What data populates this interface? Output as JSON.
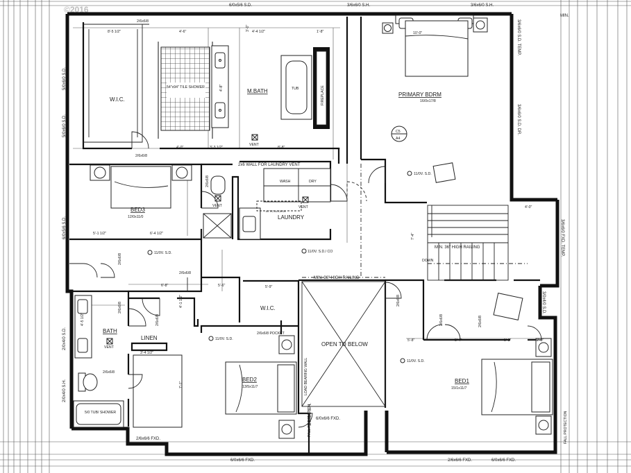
{
  "watermark": "©2016",
  "rooms": {
    "wic_master": "W.I.C.",
    "shower": "54\"x94\" TILE SHOWER",
    "mbath": "M.BATH",
    "tub": "TUB",
    "fireplace": "FIREPLACE",
    "primary_bdrm": "PRIMARY BDRM",
    "primary_size": "16/0x17/8",
    "section_tag_top": "C5",
    "section_tag_bottom": "A4",
    "wash": "WASH",
    "dry": "DRY",
    "laundry": "LAUNDRY",
    "attic_access": "ATTIC ACCESS",
    "bed3": "BED3",
    "bed3_size": "12/0x11/0",
    "bath": "BATH",
    "linen": "LINEN",
    "wic_bed2": "W.I.C.",
    "bed2": "BED2",
    "bed2_size": "13/5x11/7",
    "open_to_below": "OPEN TO BELOW",
    "load_bearing_wall": "LOAD BEARING WALL",
    "bed1": "BED1",
    "bed1_size": "15/1x11/7",
    "tub_shower": "5/0 TUB/ SHOWER",
    "down": "DOWN"
  },
  "notes": {
    "laundry_wall": "2x6 WALL FOR LAUNDRY VENT",
    "min_rail_stair": "MIN. 36\" HIGH RAILING",
    "min_rail_open": "MIN. 36\" HIGH RAILING",
    "min_top_right": "MIN.",
    "sd_co": "11/0V. S.D./ CO",
    "sd": "11/0V. S.D.",
    "vent": "VENT",
    "fall_protection": "FALL PROTECTION",
    "temp": "TEMP."
  },
  "windows": {
    "top_1": "6/0x5/6 S.D.",
    "top_2": "3/6x6/0 S.H.",
    "top_3": "3/6x6/0 S.H.",
    "left_1": "5/0x6/0 S.D.",
    "left_2": "5/0x6/0 S.D.",
    "left_3": "6/0x5/6 S.D.",
    "left_4": "2/0x4/0 S.D.",
    "left_5": "2/0x4/0 S.H.",
    "right_1": "3/6x6/0 S.D. TEMP.",
    "right_2": "3/6x6/0 S.D. DR.",
    "right_3": "3/6x6/0 FXD. TEMP.",
    "right_4": "3/0x4/0 S.D.",
    "bottom_1": "2/6x6/6 FXD.",
    "bottom_2": "6/0x6/6 FXD.",
    "bottom_3": "6/0x6/6 FXD.",
    "bottom_4": "2/6x6/6 FXD.",
    "bottom_5": "6/0x6/6 FXD.",
    "open_1": "6/0x6/6 FXD.",
    "open_2": "3/0x6/6 S.H."
  },
  "doors": {
    "d1": "2/6x6/8",
    "d2": "2/6x6/8",
    "d3": "2/6x6/8",
    "d4": "2/6x6/8",
    "d5": "2/6x6/8",
    "d6": "2/6x6/8",
    "d7": "2/6x6/8",
    "d8": "2/6x6/8",
    "d9": "2/6x6/8",
    "d10": "2/6x6/8",
    "d11": "2/6x6/8",
    "d12": "2/6x6/8 POCKET"
  },
  "dims": {
    "d_8_5": "8'-5 1/2\"",
    "d_4_6": "4'-6\"",
    "d_3_0a": "3'-0\"",
    "d_4_4": "4'-4 1/2\"",
    "d_1_8": "1'-8\"",
    "d_10_0": "10'-0\"",
    "d_4_8": "4'-8\"",
    "d_4_0a": "4'-0\"",
    "d_3_3": "3'-3 1/2\"",
    "d_8_8": "8'-8\"",
    "d_5_1": "5'-1 1/2\"",
    "d_6_4": "6'-4 1/2\"",
    "d_6_8": "6'-8\"",
    "d_5_6": "5'-6\"",
    "d_5_9": "5'-9\"",
    "d_4_0b": "4'-0\"",
    "d_5_8a": "5'-8\"",
    "d_5_4": "5'-4\"",
    "d_5_8b": "5'-8\"",
    "d_2_0": "2'-0\"",
    "d_7_4": "7'-4\"",
    "d_7_1": "7'-1\"",
    "d_3_4": "3'-4 1/2\"",
    "d_4_1": "4'-1 1/2\"",
    "d_4_5": "4'-5 1/2\""
  }
}
